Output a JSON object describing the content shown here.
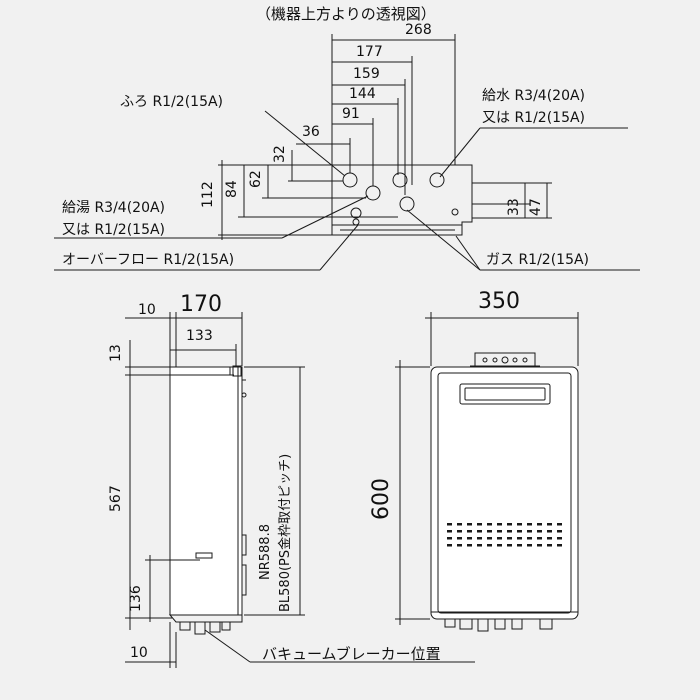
{
  "view_title": "（機器上方よりの透視図）",
  "top_view": {
    "dims_horizontal": [
      "268",
      "177",
      "159",
      "144",
      "91",
      "36"
    ],
    "dims_vertical": [
      "32",
      "112",
      "84",
      "62",
      "33",
      "47"
    ],
    "callouts": {
      "bath": "ふろ R1/2(15A)",
      "water_supply_1": "給水 R3/4(20A)",
      "water_supply_2": "又は R1/2(15A)",
      "hot_water_1": "給湯 R3/4(20A)",
      "hot_water_2": "又は R1/2(15A)",
      "overflow": "オーバーフロー R1/2(15A)",
      "gas": "ガス R1/2(15A)"
    }
  },
  "side_view": {
    "dim_depth": "170",
    "dim_offset": "10",
    "dim_inner": "133",
    "dim_top": "13",
    "dim_height": "567",
    "dim_lower": "136",
    "dim_bottom": "10",
    "pitch_note_1": "NR588.8",
    "pitch_note_2": "BL580(PS金枠取付ピッチ)",
    "breaker_label": "バキュームブレーカー位置"
  },
  "front_view": {
    "dim_width": "350",
    "dim_height": "600"
  },
  "colors": {
    "background": "#f1f1f1",
    "line": "#1a1a1a",
    "unit_fill": "#ffffff"
  }
}
